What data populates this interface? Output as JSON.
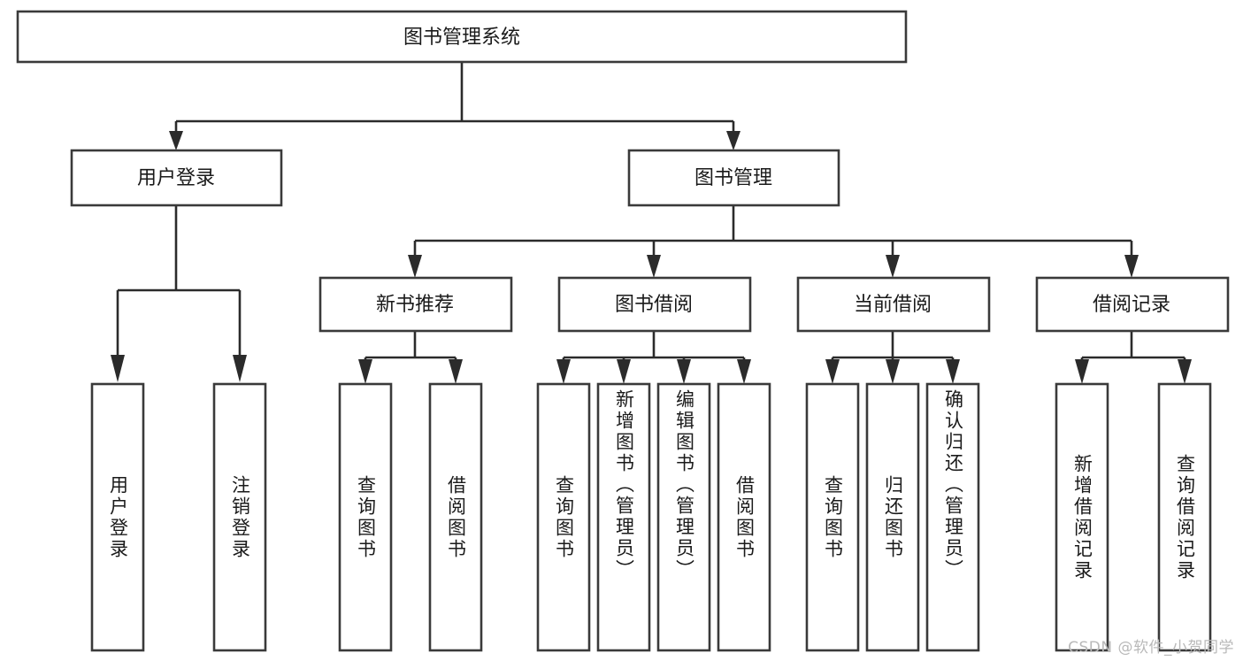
{
  "diagram": {
    "type": "tree",
    "title": "图书管理系统",
    "orientation": "top-down",
    "background_color": "#ffffff",
    "box_stroke_color": "#3a3a3a",
    "connector_color": "#2b2b2b",
    "text_color": "#1a1a1a",
    "root": {
      "label": "图书管理系统"
    },
    "level2": [
      {
        "label": "用户登录"
      },
      {
        "label": "图书管理"
      }
    ],
    "level3": [
      {
        "label": "新书推荐"
      },
      {
        "label": "图书借阅"
      },
      {
        "label": "当前借阅"
      },
      {
        "label": "借阅记录"
      }
    ],
    "leaves": {
      "user_login": [
        {
          "label": "用户登录"
        },
        {
          "label": "注销登录"
        }
      ],
      "new_book_recommend": [
        {
          "label": "查询图书"
        },
        {
          "label": "借阅图书"
        }
      ],
      "book_borrow": [
        {
          "label": "查询图书"
        },
        {
          "label": "新增图书（管理员）"
        },
        {
          "label": "编辑图书（管理员）"
        },
        {
          "label": "借阅图书"
        }
      ],
      "current_borrow": [
        {
          "label": "查询图书"
        },
        {
          "label": "归还图书"
        },
        {
          "label": "确认归还（管理员）"
        }
      ],
      "borrow_record": [
        {
          "label": "新增借阅记录"
        },
        {
          "label": "查询借阅记录"
        }
      ]
    }
  },
  "watermark": {
    "text": "CSDN @软件_小贺同学"
  }
}
